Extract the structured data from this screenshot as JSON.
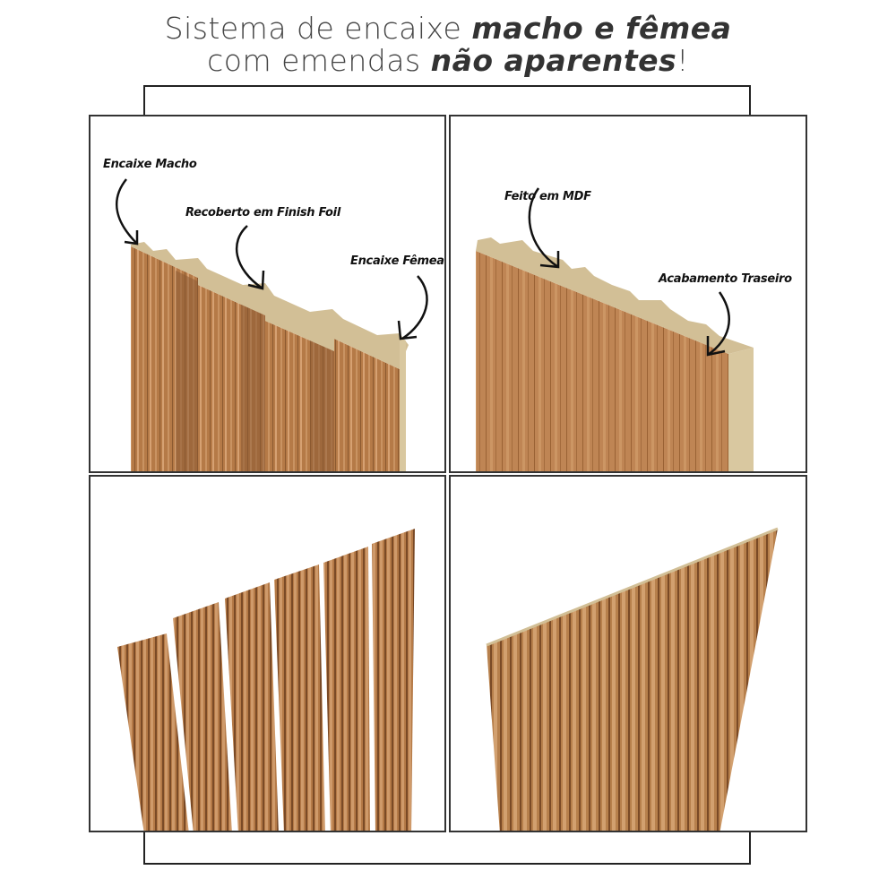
{
  "headline": {
    "line1_regular": "Sistema de encaixe ",
    "line1_bold": "macho e fêmea",
    "line2_regular": "com emendas ",
    "line2_bold": "não aparentes",
    "line2_end": "!"
  },
  "panels": [
    {
      "id": "panel-tongue-groove-front",
      "labels": {
        "male": "Encaixe Macho",
        "coating": "Recoberto  em Finish Foil",
        "female": "Encaixe Fêmea"
      }
    },
    {
      "id": "panel-back-mdf",
      "labels": {
        "mdf": "Feito em MDF",
        "back_finish": "Acabamento Traseiro"
      }
    },
    {
      "id": "panel-separated-slats",
      "labels": {}
    },
    {
      "id": "panel-joined-slats",
      "labels": {}
    }
  ],
  "colors": {
    "wood_light": "#c48a57",
    "wood_mid": "#a86c3c",
    "wood_dark": "#7a4a26",
    "mdf": "#d2bf96",
    "border": "#222222",
    "text": "#444444"
  }
}
